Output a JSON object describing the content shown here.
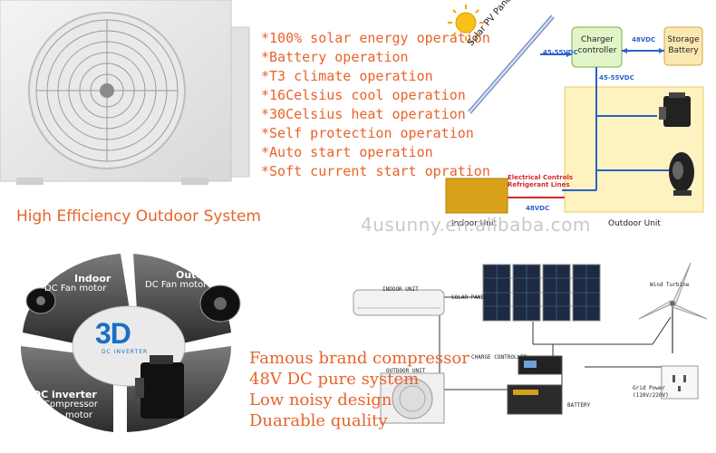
{
  "features_top": [
    "*100% solar energy operation",
    "*Battery operation",
    "*T3 climate operation",
    "*16Celsius cool operation",
    "*30Celsius heat operation",
    "*Self protection operation",
    "*Auto start operation",
    "*Soft current start opration"
  ],
  "headline": "High Efficiency Outdoor System",
  "watermark": "4usunny.en.alibaba.com",
  "features_bottom": [
    "Famous brand compressor",
    "48V DC pure system",
    "Low noisy design",
    "Duarable quality"
  ],
  "diagram_top": {
    "pv_panels": "Solar PV Panels",
    "charger": "Charger controller",
    "storage": "Storage Battery",
    "v_48_top": "48VDC",
    "v_45_55_a": "45-55VDC",
    "v_45_55_b": "45-55VDC",
    "electrical": "Electrical Controls",
    "refrigerant": "Refrigerant Lines",
    "v_48_bottom": "48VDC",
    "indoor_unit": "Indoor Unit",
    "outdoor_unit": "Outdoor Unit"
  },
  "wheel": {
    "indoor_title": "Indoor",
    "indoor_sub": "DC Fan motor",
    "outdoor_title": "Outdoor",
    "outdoor_sub": "DC Fan motor",
    "center": "3D",
    "center_sub": "DC INVERTER",
    "inverter_title": "DC inverter",
    "inverter_sub1": "Compressor",
    "inverter_sub2": "motor"
  },
  "diagram_bottom": {
    "indoor_unit": "INDOOR UNIT",
    "solar_panel": "SOLAR PANEL",
    "wind_turbine": "Wind Turbine",
    "charge_controller": "CHARGE CONTROLLER",
    "outdoor_unit": "OUTDOOR UNIT",
    "battery": "BATTERY",
    "grid_power": "Grid Power",
    "grid_voltage": "(110V/220V)"
  },
  "colors": {
    "accent_text": "#e8632a",
    "charger_fill": "#e2f5c8",
    "storage_fill": "#fbe8b0",
    "outdoor_fill": "#fdf2c0",
    "wire_blue": "#2a62c8",
    "wire_red": "#d42a2a"
  }
}
